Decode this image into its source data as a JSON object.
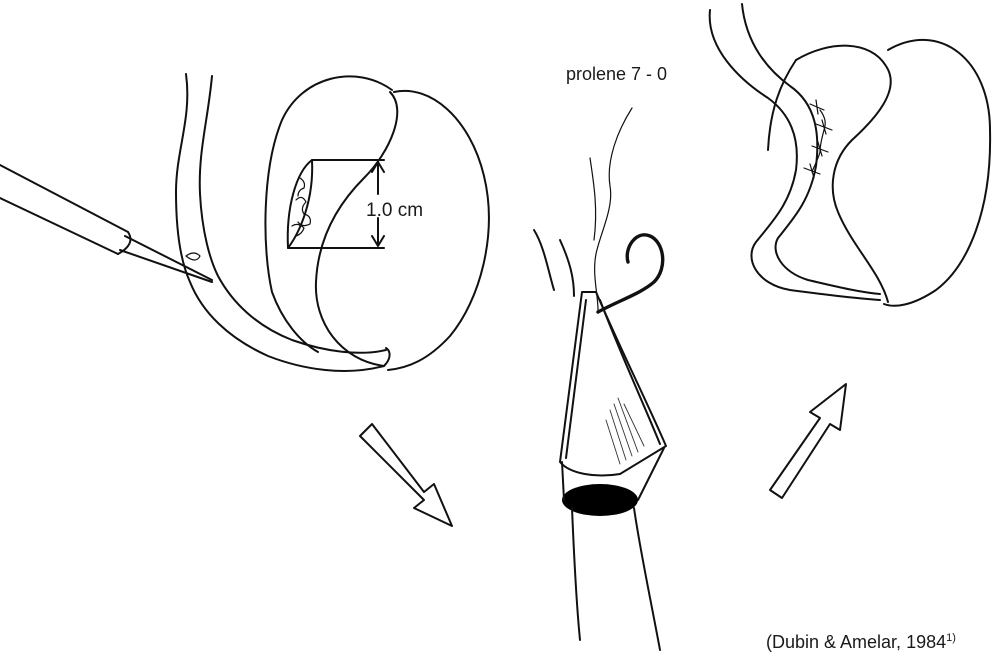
{
  "labels": {
    "suture": "prolene 7 - 0",
    "incision_length": "1.0 cm",
    "citation_text": "(Dubin & Amelar, 1984",
    "citation_ref": "1)"
  }
}
